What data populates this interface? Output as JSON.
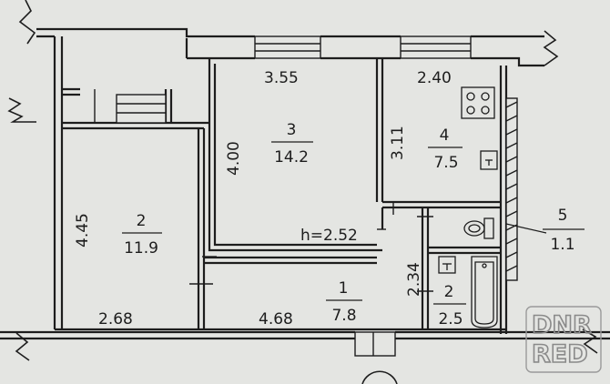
{
  "rooms": [
    {
      "id": "room-1",
      "number": "1",
      "area": "7.8"
    },
    {
      "id": "room-2-living",
      "number": "2",
      "area": "11.9"
    },
    {
      "id": "room-3",
      "number": "3",
      "area": "14.2"
    },
    {
      "id": "room-4-kitchen",
      "number": "4",
      "area": "7.5"
    },
    {
      "id": "room-5-toilet",
      "number": "5",
      "area": "1.1"
    },
    {
      "id": "room-2-bath",
      "number": "2",
      "area": "2.5"
    }
  ],
  "dimensions": {
    "room3_width": "3.55",
    "room3_depth": "4.00",
    "kitchen_width": "2.40",
    "kitchen_depth": "3.11",
    "living_depth": "4.45",
    "living_width": "2.68",
    "hall_width": "4.68",
    "bath_depth": "2.34",
    "ceiling_height": "h=2.52"
  },
  "watermark": {
    "line1": "DNR",
    "line2": "RED"
  },
  "colors": {
    "paper": "#e4e5e2",
    "wall": "#1d1d1d",
    "watermark": "#8a8a8a"
  }
}
